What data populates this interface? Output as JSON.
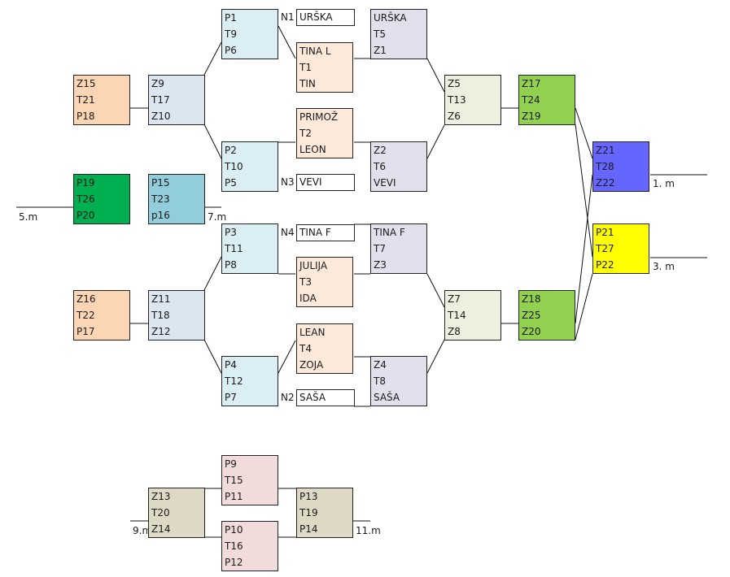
{
  "diagram": {
    "type": "tournament-bracket",
    "colors": {
      "light_blue": "#dbeef4",
      "steel_blue": "#dce6f1",
      "peach": "#fcd5b4",
      "light_peach": "#fde9d9",
      "lavender": "#e4dfec",
      "pale_green": "#ebf1de",
      "lime_green": "#92d050",
      "green": "#00b050",
      "teal_blue": "#92cddc",
      "blue_violet": "#6666ff",
      "yellow": "#ffff00",
      "pink": "#f2dcdb",
      "khaki": "#ddd9c4"
    },
    "boxes": [
      {
        "id": "p1-t9-p6",
        "rows": [
          "P1",
          "T9",
          "P6"
        ],
        "color": "#dbeef4"
      },
      {
        "id": "p2-t10-p5",
        "rows": [
          "P2",
          "T10",
          "P5"
        ],
        "color": "#dbeef4"
      },
      {
        "id": "p3-t11-p8",
        "rows": [
          "P3",
          "T11",
          "P8"
        ],
        "color": "#dbeef4"
      },
      {
        "id": "p4-t12-p7",
        "rows": [
          "P4",
          "T12",
          "P7"
        ],
        "color": "#dbeef4"
      },
      {
        "id": "z15-t21-p18",
        "rows": [
          "Z15",
          "T21",
          "P18"
        ],
        "color": "#fcd5b4"
      },
      {
        "id": "z9-t17-z10",
        "rows": [
          "Z9",
          "T17",
          "Z10"
        ],
        "color": "#dce6f1"
      },
      {
        "id": "p19-t26-p20",
        "rows": [
          "P19",
          "T26",
          "P20"
        ],
        "color": "#00b050"
      },
      {
        "id": "p15-t23-p16",
        "rows": [
          "P15",
          "T23",
          "p16"
        ],
        "color": "#92cddc"
      },
      {
        "id": "z16-t22-p17",
        "rows": [
          "Z16",
          "T22",
          "P17"
        ],
        "color": "#fcd5b4"
      },
      {
        "id": "z11-t18-z12",
        "rows": [
          "Z11",
          "T18",
          "Z12"
        ],
        "color": "#dce6f1"
      },
      {
        "id": "tina-l-t1-tin",
        "rows": [
          "TINA L",
          "T1",
          "TIN"
        ],
        "color": "#fde9d9"
      },
      {
        "id": "primoz-t2-leon",
        "rows": [
          "PRIMOŽ",
          "T2",
          "LEON"
        ],
        "color": "#fde9d9"
      },
      {
        "id": "julija-t3-ida",
        "rows": [
          "JULIJA",
          "T3",
          "IDA"
        ],
        "color": "#fde9d9"
      },
      {
        "id": "lean-t4-zoja",
        "rows": [
          "LEAN",
          "T4",
          "ZOJA"
        ],
        "color": "#fde9d9"
      },
      {
        "id": "urska-t5-z1",
        "rows": [
          "URŠKA",
          "T5",
          "Z1"
        ],
        "color": "#e4dfec"
      },
      {
        "id": "z2-t6-vevi",
        "rows": [
          "Z2",
          "T6",
          "VEVI"
        ],
        "color": "#e4dfec"
      },
      {
        "id": "tina-f-t7-z3",
        "rows": [
          "TINA F",
          "T7",
          "Z3"
        ],
        "color": "#e4dfec"
      },
      {
        "id": "z4-t8-sasa",
        "rows": [
          "Z4",
          "T8",
          "SAŠA"
        ],
        "color": "#e4dfec"
      },
      {
        "id": "z5-t13-z6",
        "rows": [
          "Z5",
          "T13",
          "Z6"
        ],
        "color": "#ebf1de"
      },
      {
        "id": "z7-t14-z8",
        "rows": [
          "Z7",
          "T14",
          "Z8"
        ],
        "color": "#ebf1de"
      },
      {
        "id": "z17-t24-z19",
        "rows": [
          "Z17",
          "T24",
          "Z19"
        ],
        "color": "#92d050"
      },
      {
        "id": "z18-z25-z20",
        "rows": [
          "Z18",
          "Z25",
          "Z20"
        ],
        "color": "#92d050"
      },
      {
        "id": "z21-t28-z22",
        "rows": [
          "Z21",
          "T28",
          "Z22"
        ],
        "color": "#6666ff"
      },
      {
        "id": "p21-t27-p22",
        "rows": [
          "P21",
          "T27",
          "P22"
        ],
        "color": "#ffff00"
      },
      {
        "id": "p9-t15-p11",
        "rows": [
          "P9",
          "T15",
          "P11"
        ],
        "color": "#f2dcdb"
      },
      {
        "id": "p10-t16-p12",
        "rows": [
          "P10",
          "T16",
          "P12"
        ],
        "color": "#f2dcdb"
      },
      {
        "id": "z13-t20-z14",
        "rows": [
          "Z13",
          "T20",
          "Z14"
        ],
        "color": "#ddd9c4"
      },
      {
        "id": "p13-t19-p14",
        "rows": [
          "P13",
          "T19",
          "P14"
        ],
        "color": "#ddd9c4"
      }
    ],
    "byes": [
      {
        "id": "n1",
        "tag": "N1",
        "name": "URŠKA"
      },
      {
        "id": "n3",
        "tag": "N3",
        "name": "VEVI"
      },
      {
        "id": "n4",
        "tag": "N4",
        "name": "TINA F"
      },
      {
        "id": "n2",
        "tag": "N2",
        "name": "SAŠA"
      }
    ],
    "placements": {
      "first": "1. m",
      "third": "3. m",
      "fifth": "5.m",
      "seventh": "7.m",
      "ninth": "9.m",
      "eleventh": "11.m"
    }
  }
}
